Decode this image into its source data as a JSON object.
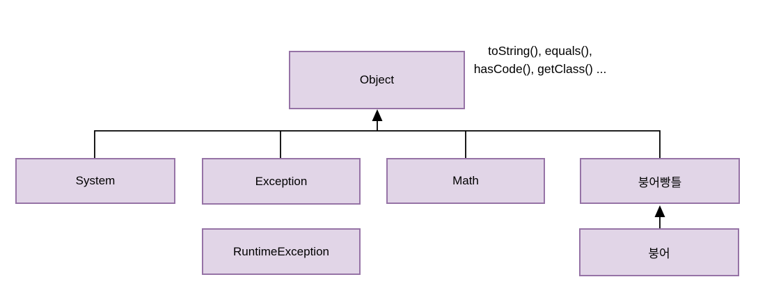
{
  "diagram": {
    "type": "class-inheritance-tree",
    "nodes": [
      {
        "id": "object",
        "label": "Object"
      },
      {
        "id": "system",
        "label": "System"
      },
      {
        "id": "exception",
        "label": "Exception"
      },
      {
        "id": "math",
        "label": "Math"
      },
      {
        "id": "fish-bread-mold",
        "label": "붕어빵틀"
      },
      {
        "id": "runtime-exception",
        "label": "RuntimeException"
      },
      {
        "id": "fish-bread",
        "label": "붕어"
      }
    ],
    "edges": [
      {
        "from": "system",
        "to": "object",
        "style": "tree-line"
      },
      {
        "from": "exception",
        "to": "object",
        "style": "tree-line"
      },
      {
        "from": "math",
        "to": "object",
        "style": "tree-line"
      },
      {
        "from": "fish-bread-mold",
        "to": "object",
        "style": "tree-line-arrow"
      },
      {
        "from": "fish-bread",
        "to": "fish-bread-mold",
        "style": "arrow"
      }
    ],
    "annotation": {
      "line1": "toString(), equals(),",
      "line2": "hasCode(), getClass() ..."
    },
    "colors": {
      "node_fill": "#e1d5e7",
      "node_border": "#9673a6",
      "connector": "#000000",
      "text": "#000000",
      "background": "#ffffff"
    }
  }
}
